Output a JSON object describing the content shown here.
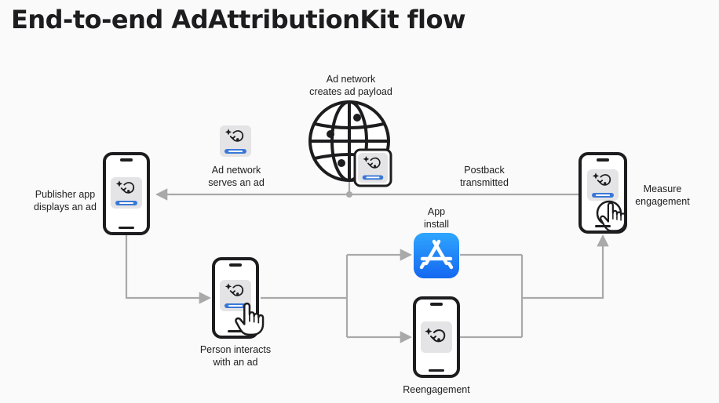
{
  "title": "End-to-end AdAttributionKit flow",
  "nodes": {
    "publisher": {
      "line1": "Publisher app",
      "line2": "displays an ad"
    },
    "adnetwork_payload": {
      "line1": "Ad network",
      "line2": "creates ad payload"
    },
    "adnetwork_serves": {
      "line1": "Ad network",
      "line2": "serves an ad"
    },
    "postback": {
      "line1": "Postback",
      "line2": "transmitted"
    },
    "measure": {
      "line1": "Measure",
      "line2": "engagement"
    },
    "interact": {
      "line1": "Person interacts",
      "line2": "with an ad"
    },
    "install": {
      "line1": "App",
      "line2": "install"
    },
    "reengagement": {
      "line1": "Reengagement"
    }
  },
  "colors": {
    "arrow": "#a9a9a9",
    "ink": "#1d1d1f",
    "accent_blue": "#3a78d8",
    "appstore_top": "#2fa6ff",
    "appstore_bottom": "#1467f0",
    "card_bg": "#e4e4e6"
  },
  "icons": [
    "globe-icon",
    "ad-payload-icon",
    "hand-tap-icon",
    "app-store-icon",
    "phone-icon"
  ]
}
